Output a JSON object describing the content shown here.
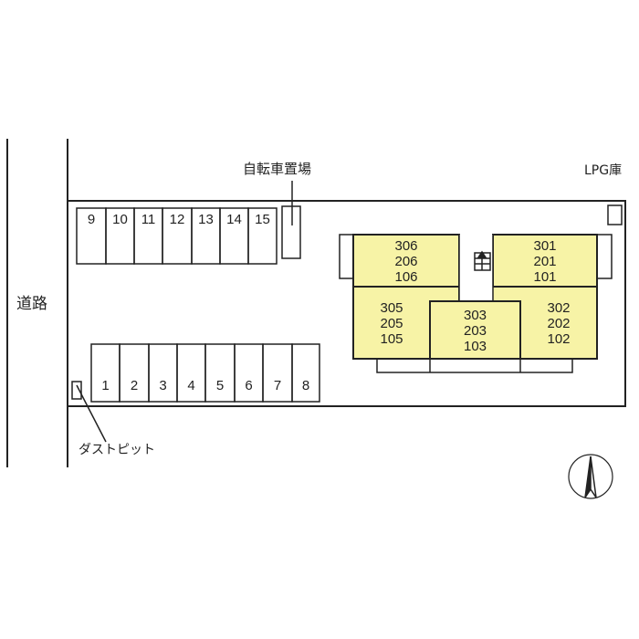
{
  "labels": {
    "road": "道路",
    "bicycle_parking": "自転車置場",
    "lpg": "LPG庫",
    "dust_pit": "ダストピット"
  },
  "parking_top": [
    "9",
    "10",
    "11",
    "12",
    "13",
    "14",
    "15"
  ],
  "parking_bottom": [
    "1",
    "2",
    "3",
    "4",
    "5",
    "6",
    "7",
    "8"
  ],
  "units": {
    "u306": [
      "306",
      "206",
      "106"
    ],
    "u301": [
      "301",
      "201",
      "101"
    ],
    "u305": [
      "305",
      "205",
      "105"
    ],
    "u303": [
      "303",
      "203",
      "103"
    ],
    "u302": [
      "302",
      "202",
      "102"
    ]
  },
  "colors": {
    "unit_fill": "#f7f3a6",
    "line": "#222222"
  }
}
